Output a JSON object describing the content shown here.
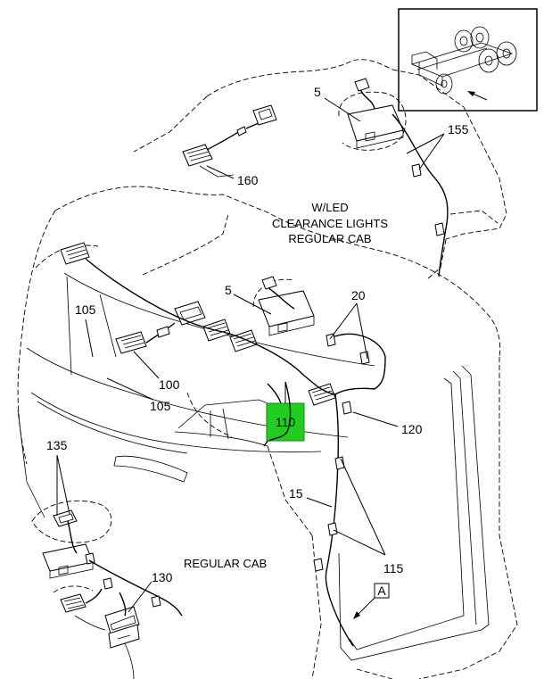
{
  "callouts": {
    "c5_top": "5",
    "c155": "155",
    "c160": "160",
    "c5_mid": "5",
    "c20": "20",
    "c105_a": "105",
    "c100": "100",
    "c105_b": "105",
    "c110": "110",
    "c120": "120",
    "c15": "15",
    "c135": "135",
    "c115": "115",
    "c130": "130",
    "view_a": "A"
  },
  "captions": {
    "led_line1": "W/LED",
    "led_line2": "CLEARANCE LIGHTS",
    "led_line3": "REGULAR CAB",
    "regular_cab": "REGULAR CAB"
  },
  "colors": {
    "highlight": "#22cc22",
    "ink": "#000000"
  }
}
